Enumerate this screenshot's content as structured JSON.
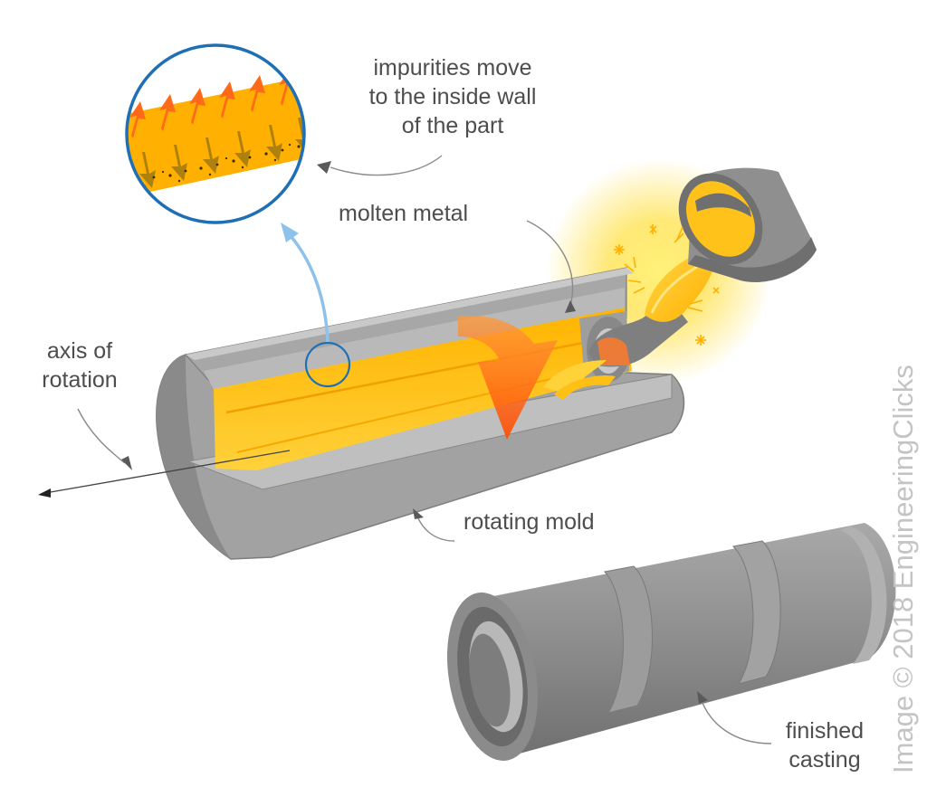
{
  "labels": {
    "impurities": [
      "impurities move",
      "to the inside wall",
      "of the part"
    ],
    "molten_metal": "molten metal",
    "axis_of_rotation": [
      "axis of",
      "rotation"
    ],
    "rotating_mold": "rotating mold",
    "finished_casting": [
      "finished",
      "casting"
    ]
  },
  "watermark": "Image © 2018 EngineeringClicks",
  "colors": {
    "mold_gray": "#9a9a9a",
    "molten_yellow": "#ffc21a",
    "impurity_arrow_orange": "#ff6a1a",
    "zoom_circle_blue": "#1f6fb4",
    "zoom_pointer_blue": "#8fc2ea",
    "text_gray": "#4d4d4d"
  }
}
